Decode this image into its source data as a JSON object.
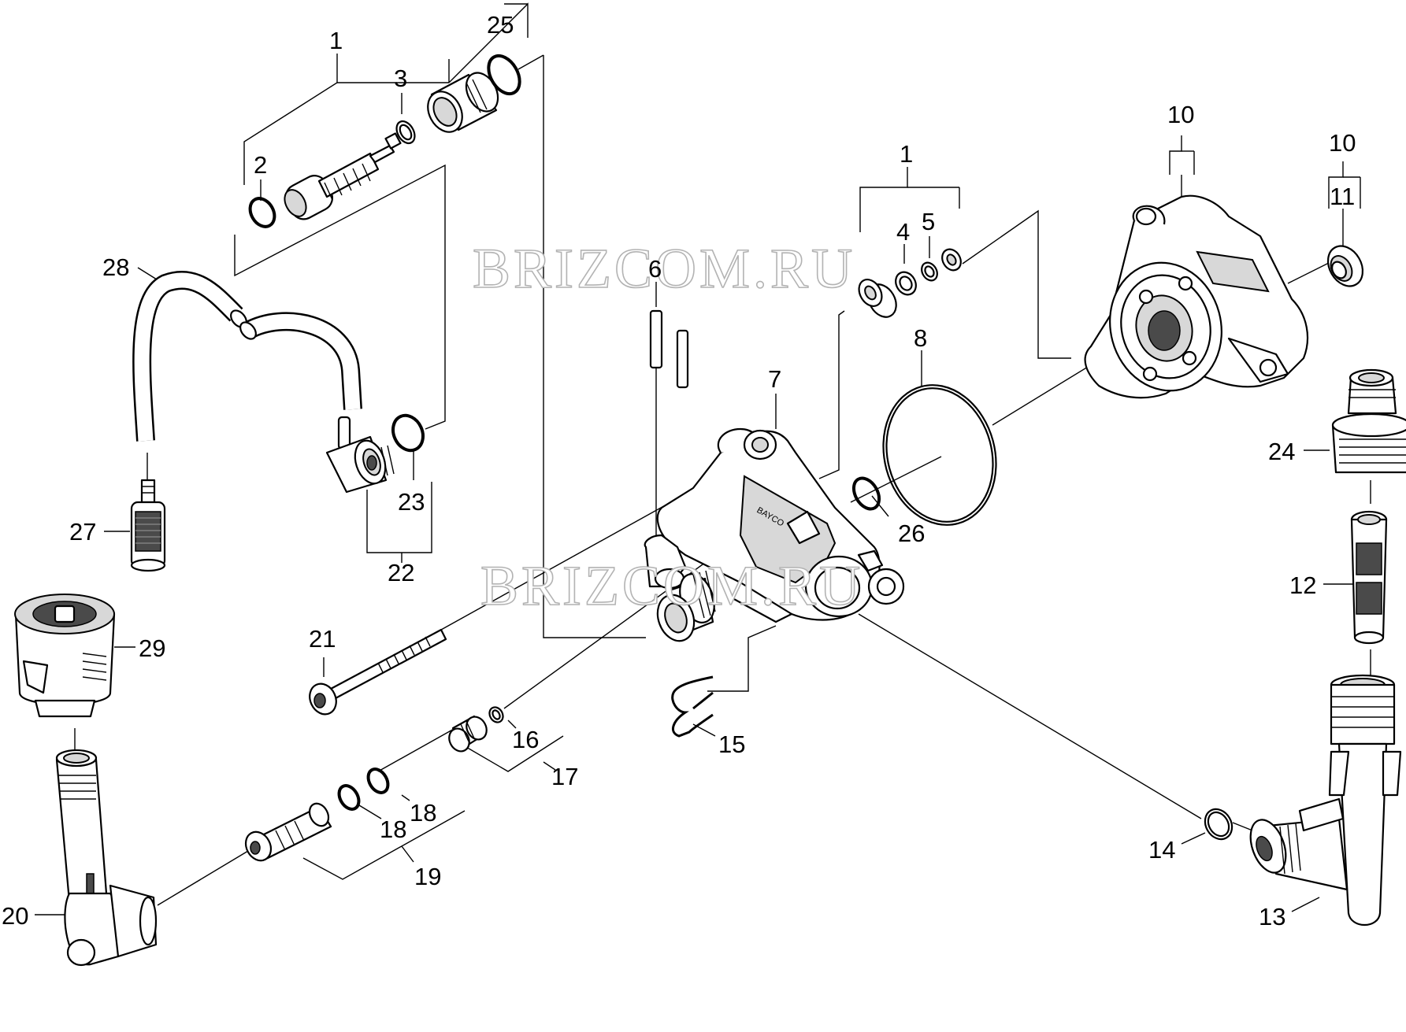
{
  "watermark": "BRIZCOM.RU",
  "labels": {
    "p1a": "1",
    "p25": "25",
    "p3": "3",
    "p2": "2",
    "p28": "28",
    "p27": "27",
    "p23": "23",
    "p22": "22",
    "p29": "29",
    "p20": "20",
    "p21": "21",
    "p16": "16",
    "p17": "17",
    "p18a": "18",
    "p18b": "18",
    "p19": "19",
    "p6": "6",
    "p7": "7",
    "p15": "15",
    "p1b": "1",
    "p4": "4",
    "p5": "5",
    "p8": "8",
    "p26": "26",
    "p10a": "10",
    "p10b": "10",
    "p11": "11",
    "p24": "24",
    "p12": "12",
    "p14": "14",
    "p13": "13"
  }
}
